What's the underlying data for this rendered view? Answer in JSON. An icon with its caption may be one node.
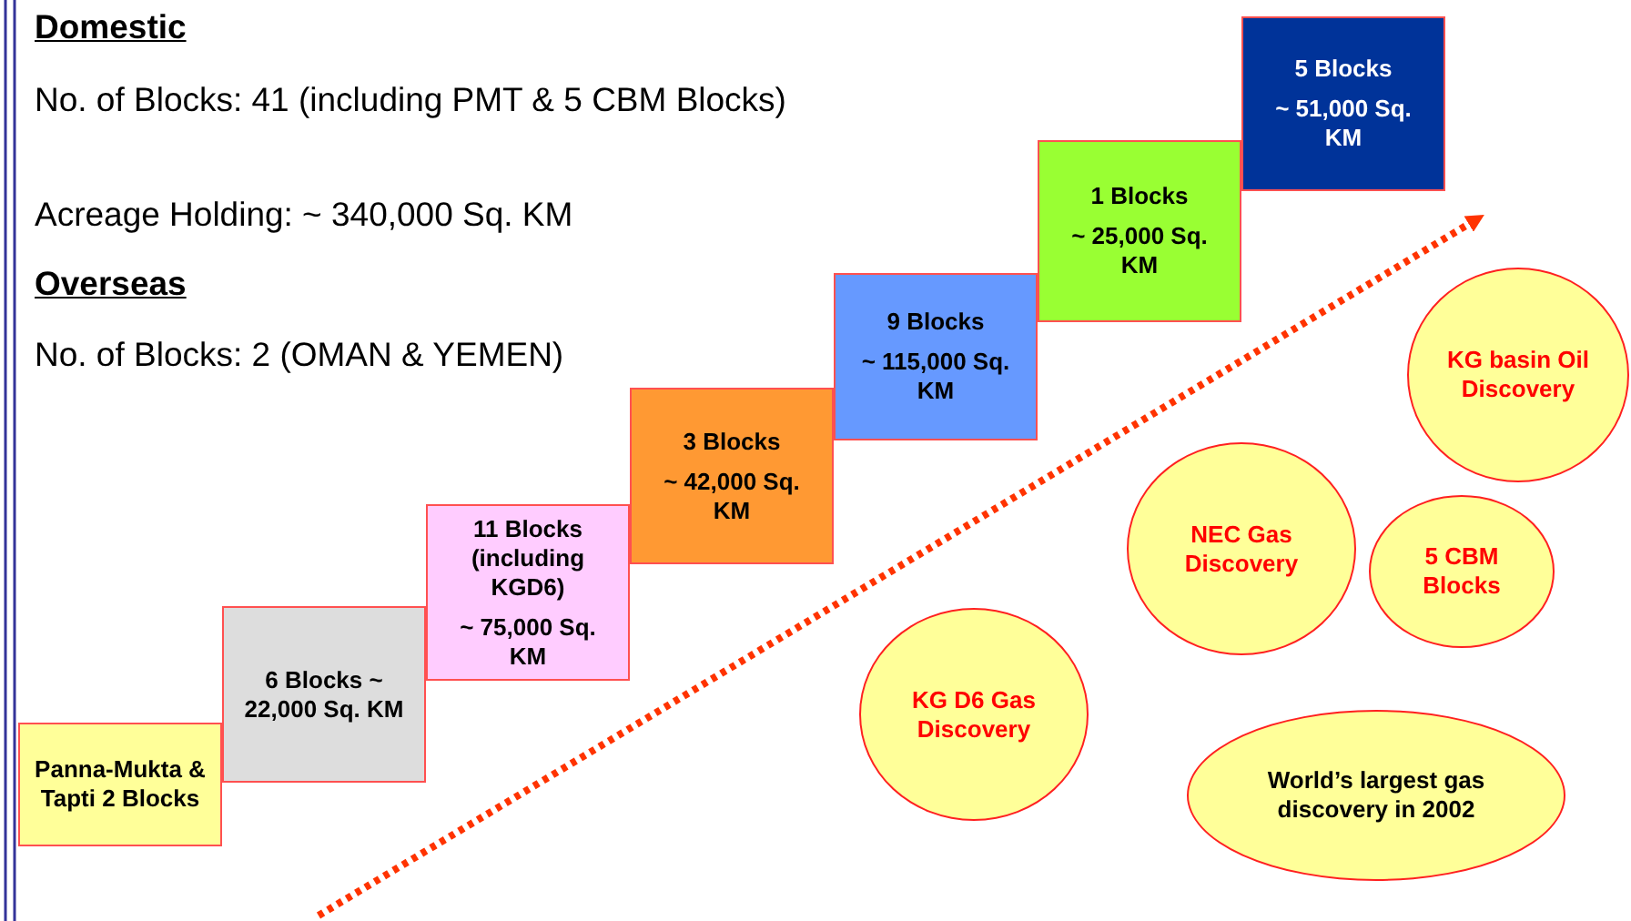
{
  "diagram": {
    "nodes": [
      {
        "text": [
          "Panna-Mukta & Tapti 2 Blocks"
        ]
      },
      {
        "text": [
          "6 Blocks ~ 22,000 Sq. KM"
        ]
      },
      {
        "text": [
          "11 Blocks (including KGD6)",
          "~ 75,000 Sq. KM"
        ]
      },
      {
        "text": [
          "3 Blocks",
          "~ 42,000 Sq. KM"
        ]
      },
      {
        "text": [
          "9 Blocks",
          "~ 115,000 Sq. KM"
        ]
      },
      {
        "text": [
          "1 Blocks",
          "~ 25,000 Sq. KM"
        ]
      },
      {
        "text": [
          "5 Blocks",
          "~ 51,000 Sq. KM"
        ]
      },
      {
        "text": [
          "KG basin Oil Discovery"
        ]
      },
      {
        "text": [
          "NEC Gas Discovery"
        ]
      },
      {
        "text": [
          "5 CBM Blocks"
        ]
      },
      {
        "text": [
          "KG D6 Gas Discovery"
        ]
      },
      {
        "text": [
          "World’s largest gas discovery in 2002"
        ]
      }
    ],
    "edges": [],
    "labels": [
      "Domestic",
      "No. of Blocks: 41 (including PMT & 5 CBM Blocks)",
      "Acreage Holding: ~ 340,000 Sq. KM",
      "Overseas",
      "No. of Blocks: 2 (OMAN & YEMEN)"
    ]
  }
}
